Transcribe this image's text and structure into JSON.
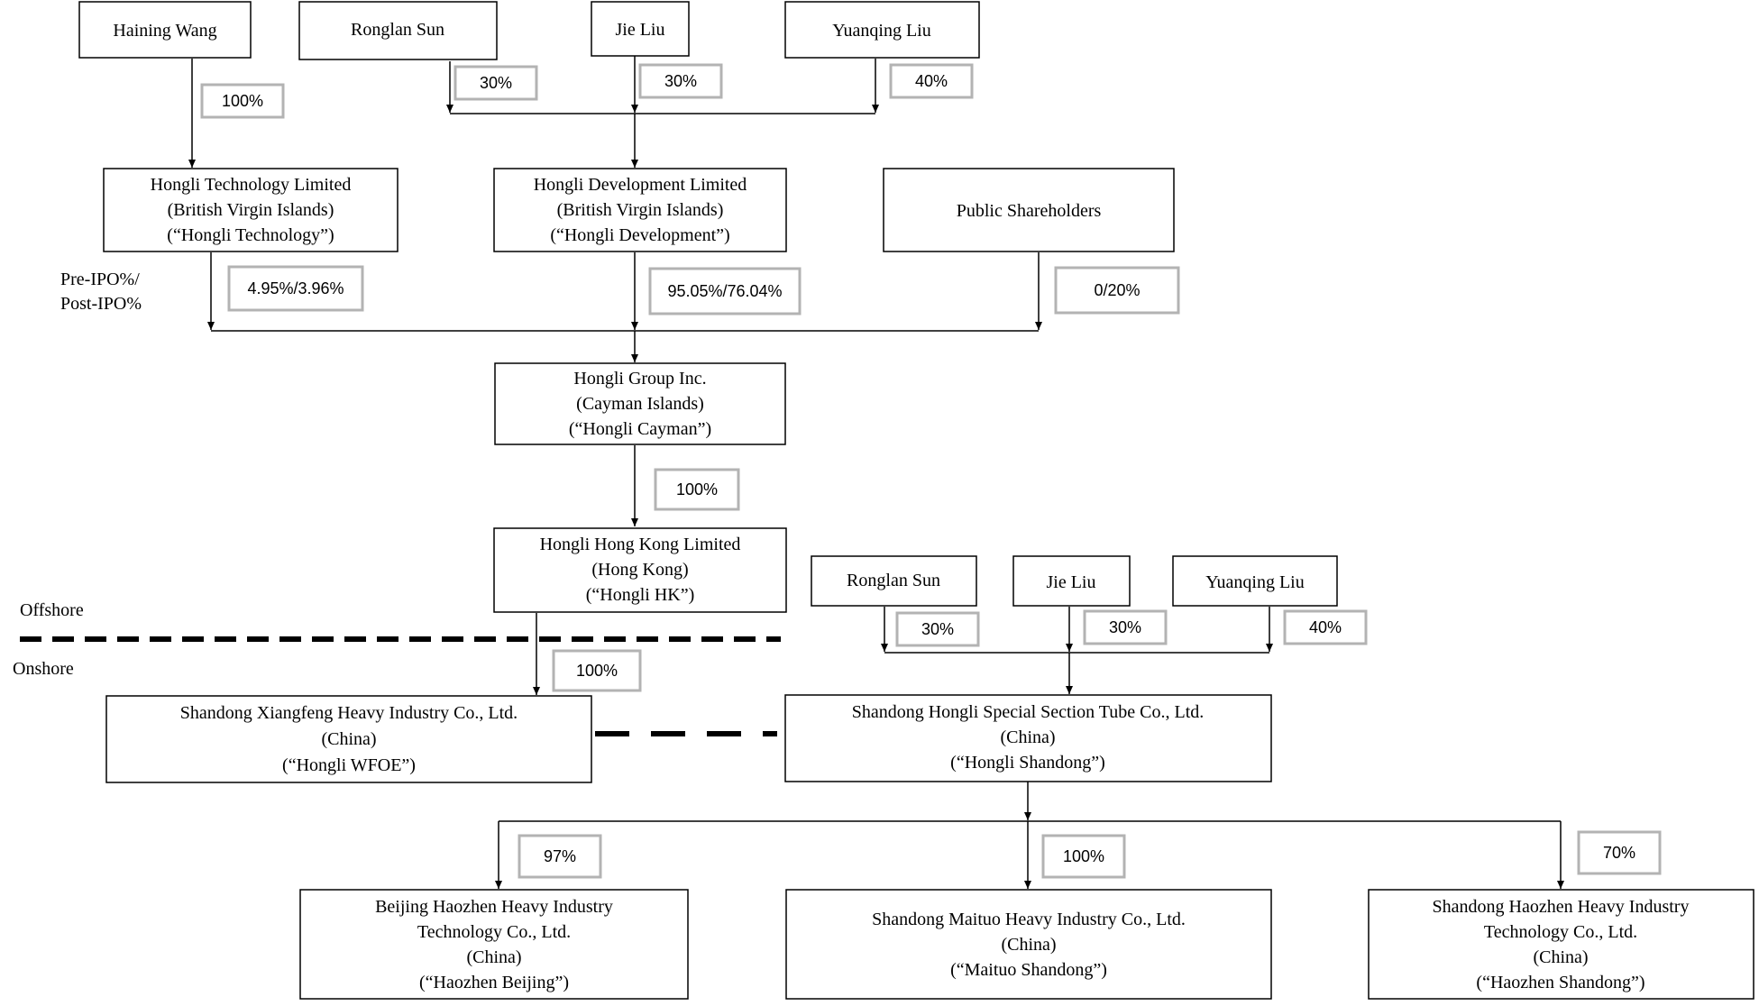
{
  "entities": {
    "haining_wang": [
      "Haining Wang"
    ],
    "ronglan_sun_top": [
      "Ronglan Sun"
    ],
    "jie_liu_top": [
      "Jie Liu"
    ],
    "yuanqing_liu_top": [
      "Yuanqing Liu"
    ],
    "hongli_technology": [
      "Hongli Technology Limited",
      "(British Virgin Islands)",
      "(“Hongli Technology”)"
    ],
    "hongli_development": [
      "Hongli Development Limited",
      "(British Virgin Islands)",
      "(“Hongli Development”)"
    ],
    "public_shareholders": [
      "Public Shareholders"
    ],
    "hongli_cayman": [
      "Hongli Group Inc.",
      "(Cayman Islands)",
      "(“Hongli Cayman”)"
    ],
    "hongli_hk": [
      "Hongli Hong Kong Limited",
      "(Hong Kong)",
      "(“Hongli HK”)"
    ],
    "ronglan_sun_bottom": [
      "Ronglan Sun"
    ],
    "jie_liu_bottom": [
      "Jie Liu"
    ],
    "yuanqing_liu_bottom": [
      "Yuanqing Liu"
    ],
    "hongli_wfoe": [
      "Shandong Xiangfeng Heavy Industry Co., Ltd.",
      "(China)",
      "(“Hongli WFOE”)"
    ],
    "hongli_shandong": [
      "Shandong Hongli Special Section Tube Co., Ltd.",
      "(China)",
      "(“Hongli Shandong”)"
    ],
    "haozhen_beijing": [
      "Beijing Haozhen Heavy Industry",
      "Technology Co., Ltd.",
      "(China)",
      "(“Haozhen Beijing”)"
    ],
    "maituo_shandong": [
      "Shandong Maituo Heavy Industry Co., Ltd.",
      "(China)",
      "(“Maituo Shandong”)"
    ],
    "haozhen_shandong": [
      "Shandong Haozhen Heavy Industry",
      "Technology Co., Ltd.",
      "(China)",
      "(“Haozhen Shandong”)"
    ]
  },
  "percentages": {
    "wang_to_tech": "100%",
    "sun_to_dev": "30%",
    "jie_to_dev": "30%",
    "yuan_to_dev": "40%",
    "tech_to_cayman": "4.95%/3.96%",
    "dev_to_cayman": "95.05%/76.04%",
    "public_to_cayman": "0/20%",
    "cayman_to_hk": "100%",
    "hk_to_wfoe": "100%",
    "sun_to_shandong": "30%",
    "jie_to_shandong": "30%",
    "yuan_to_shandong": "40%",
    "to_haozhen_beijing": "97%",
    "to_maituo": "100%",
    "to_haozhen_shandong": "70%"
  },
  "labels": {
    "pre_post_ipo_line1": "Pre-IPO%/",
    "pre_post_ipo_line2": "Post-IPO%",
    "offshore": "Offshore",
    "onshore": "Onshore"
  }
}
